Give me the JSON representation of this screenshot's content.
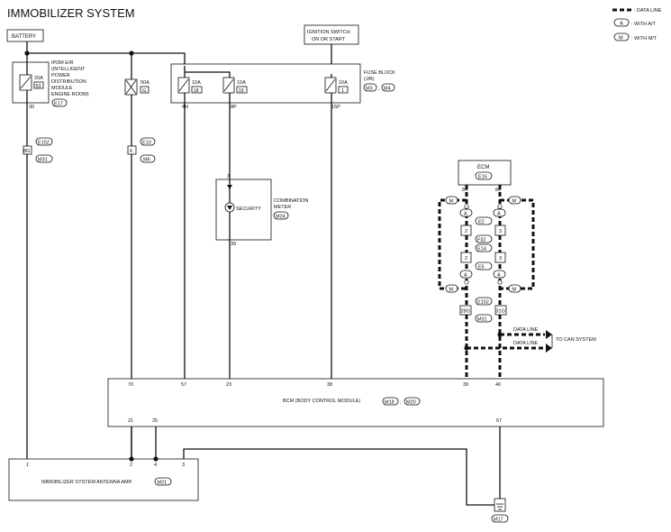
{
  "title": "IMMOBILIZER SYSTEM",
  "legend": {
    "data_line": ": DATA LINE",
    "with_at_code": "A",
    "with_at": ": WITH A/T",
    "with_mt_code": "M",
    "with_mt": ": WITH M/T"
  },
  "battery": "BATTERY",
  "ignition": {
    "line1": "IGNITION SWITCH",
    "line2": "ON OR START"
  },
  "ipdm": {
    "line1": "IPDM E/R",
    "line2": "(INTELLIGENT",
    "line3": "POWER",
    "line4": "DISTRIBUTION",
    "line5": "MODULE",
    "line6": "ENGINE ROOM)",
    "connector": "E17",
    "fuse_rating": "20A",
    "fuse_no": "53",
    "terminal": "30"
  },
  "fusible_link": {
    "rating": "50A",
    "id": "G"
  },
  "fuse_block": {
    "line1": "FUSE BLOCK",
    "line2": "(J/B)",
    "conn1": "M3",
    "conn2": "M4",
    "fuses": [
      {
        "rating": "10A",
        "no": "18",
        "terminal": "4N"
      },
      {
        "rating": "10A",
        "no": "19",
        "terminal": "8P"
      },
      {
        "rating": "10A",
        "no": "1",
        "terminal": "15P"
      }
    ]
  },
  "joints": {
    "left_pin": "8G",
    "left_top": "E152",
    "left_bottom": "M31",
    "mid_pin": "6",
    "mid_top": "E10",
    "mid_bottom": "M6"
  },
  "combination_meter": {
    "line1": "COMBINATION",
    "line2": "METER",
    "connector": "M24",
    "indicator": "SECURITY",
    "pin_top": "3",
    "pin_bottom": "39"
  },
  "ecm": {
    "label": "ECM",
    "connector": "E16",
    "pin_left": "84",
    "pin_right": "86",
    "a": "A",
    "m": "M",
    "j1": "E2",
    "j2": "F32",
    "j3": "E14",
    "j4": "E5",
    "p2": "2",
    "p3": "3",
    "e152": "E152",
    "m31": "M31",
    "p28g": "28G",
    "p31g": "31G"
  },
  "data_lines": {
    "line1": "DATA LINE",
    "line2": "DATA LINE",
    "target": "TO CAN SYSTEM"
  },
  "bcm": {
    "label": "BCM (BODY CONTROL MODULE)",
    "conn1": "M18",
    "conn2": "M20",
    "top_pins": [
      "70",
      "57",
      "23",
      "38",
      "39",
      "40"
    ],
    "bottom_pins": [
      "21",
      "25",
      "67"
    ]
  },
  "antenna": {
    "label": "IMMOBILIZER SYSTEM ANTENNA AMP.",
    "connector": "M21",
    "pins": [
      "1",
      "2",
      "4",
      "3"
    ]
  },
  "ground": "M17"
}
